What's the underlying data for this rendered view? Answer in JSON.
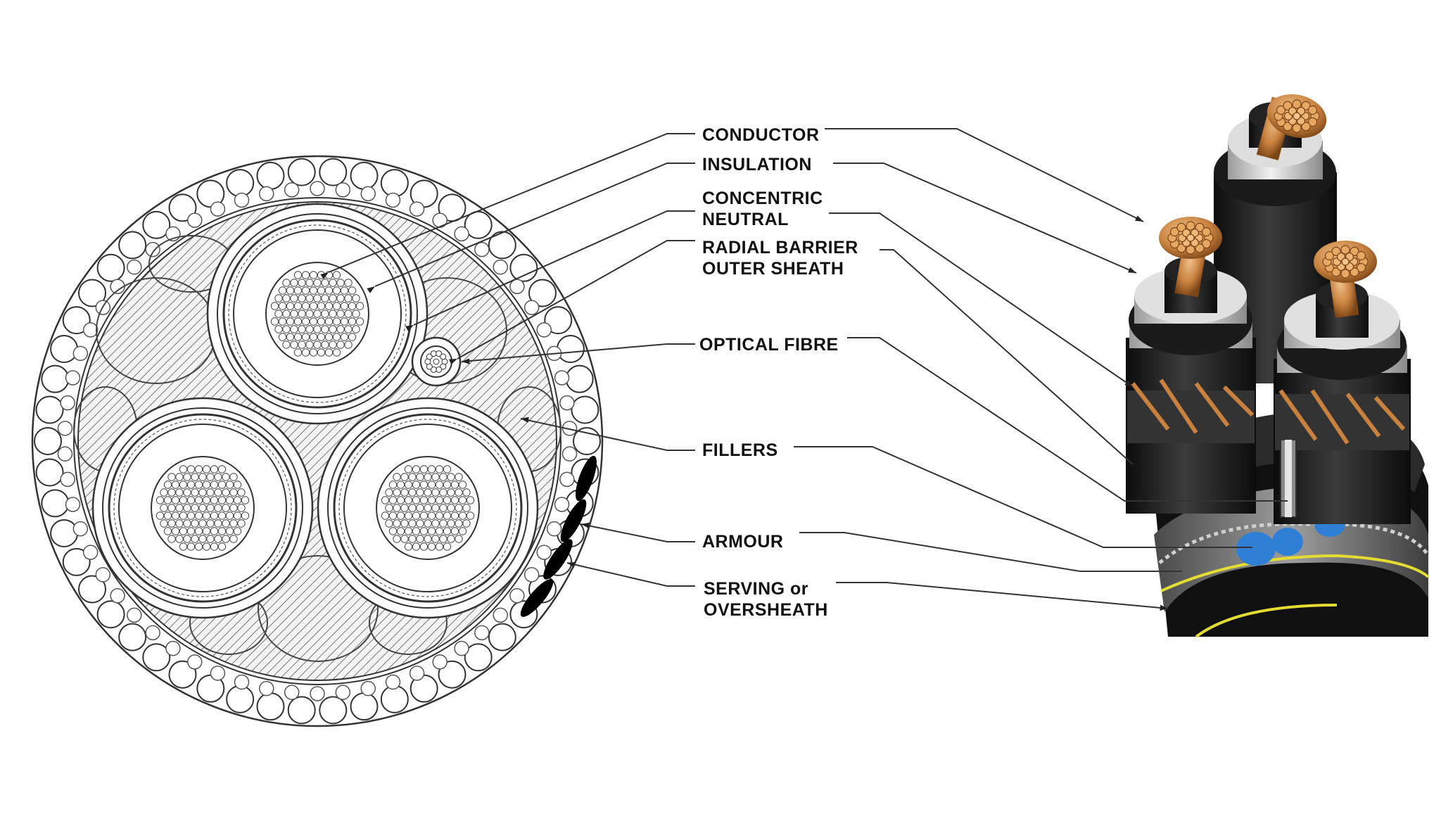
{
  "labels": {
    "conductor": "CONDUCTOR",
    "insulation": "INSULATION",
    "concentric_1": "CONCENTRIC",
    "concentric_2": "NEUTRAL",
    "radial_1": "RADIAL BARRIER",
    "radial_2": "OUTER SHEATH",
    "optical": "OPTICAL FIBRE",
    "fillers": "FILLERS",
    "armour": "ARMOUR",
    "serving_1": "SERVING or",
    "serving_2": "OVERSHEATH"
  },
  "colors": {
    "copper": "#c8813f",
    "copper_dark": "#8a4f1c",
    "sheath": "#1b1b1b",
    "semicon": "#3a3a3a",
    "insulation_white": "#e6e6e6",
    "filler_blue": "#2f7fd6",
    "fibre_yellow": "#e3dc33",
    "line": "#333333"
  }
}
